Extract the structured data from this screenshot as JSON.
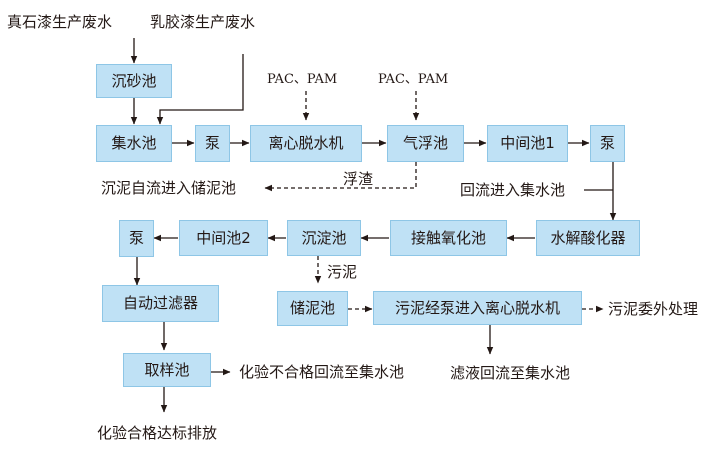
{
  "inputs": {
    "stone_paint_wastewater": "真石漆生产废水",
    "latex_paint_wastewater": "乳胶漆生产废水"
  },
  "units": {
    "grit_chamber": "沉砂池",
    "collection_tank": "集水池",
    "pump_1": "泵",
    "centrifugal_dewaterer": "离心脱水机",
    "air_flotation_tank": "气浮池",
    "intermediate_tank_1": "中间池1",
    "pump_2": "泵",
    "hydrolysis_acidifier": "水解酸化器",
    "contact_oxidation_tank": "接触氧化池",
    "sedimentation_tank": "沉淀池",
    "intermediate_tank_2": "中间池2",
    "pump_3": "泵",
    "auto_filter": "自动过滤器",
    "sampling_tank": "取样池",
    "sludge_storage_tank": "储泥池",
    "sludge_pumped_to_dewaterer": "污泥经泵进入离心脱水机"
  },
  "labels": {
    "dosing_1": "PAC、PAM",
    "dosing_2": "PAC、PAM",
    "scum": "浮渣",
    "sludge_self_flow": "沉泥自流进入储泥池",
    "return_to_collection": "回流进入集水池",
    "sludge": "污泥",
    "sludge_outsourced": "污泥委外处理",
    "filtrate_return": "滤液回流至集水池",
    "test_fail_return": "化验不合格回流至集水池",
    "test_pass_discharge": "化验合格达标排放"
  },
  "colors": {
    "box_fill": "#bfe1f5",
    "box_border": "#8ec6e6",
    "line": "#231815"
  }
}
